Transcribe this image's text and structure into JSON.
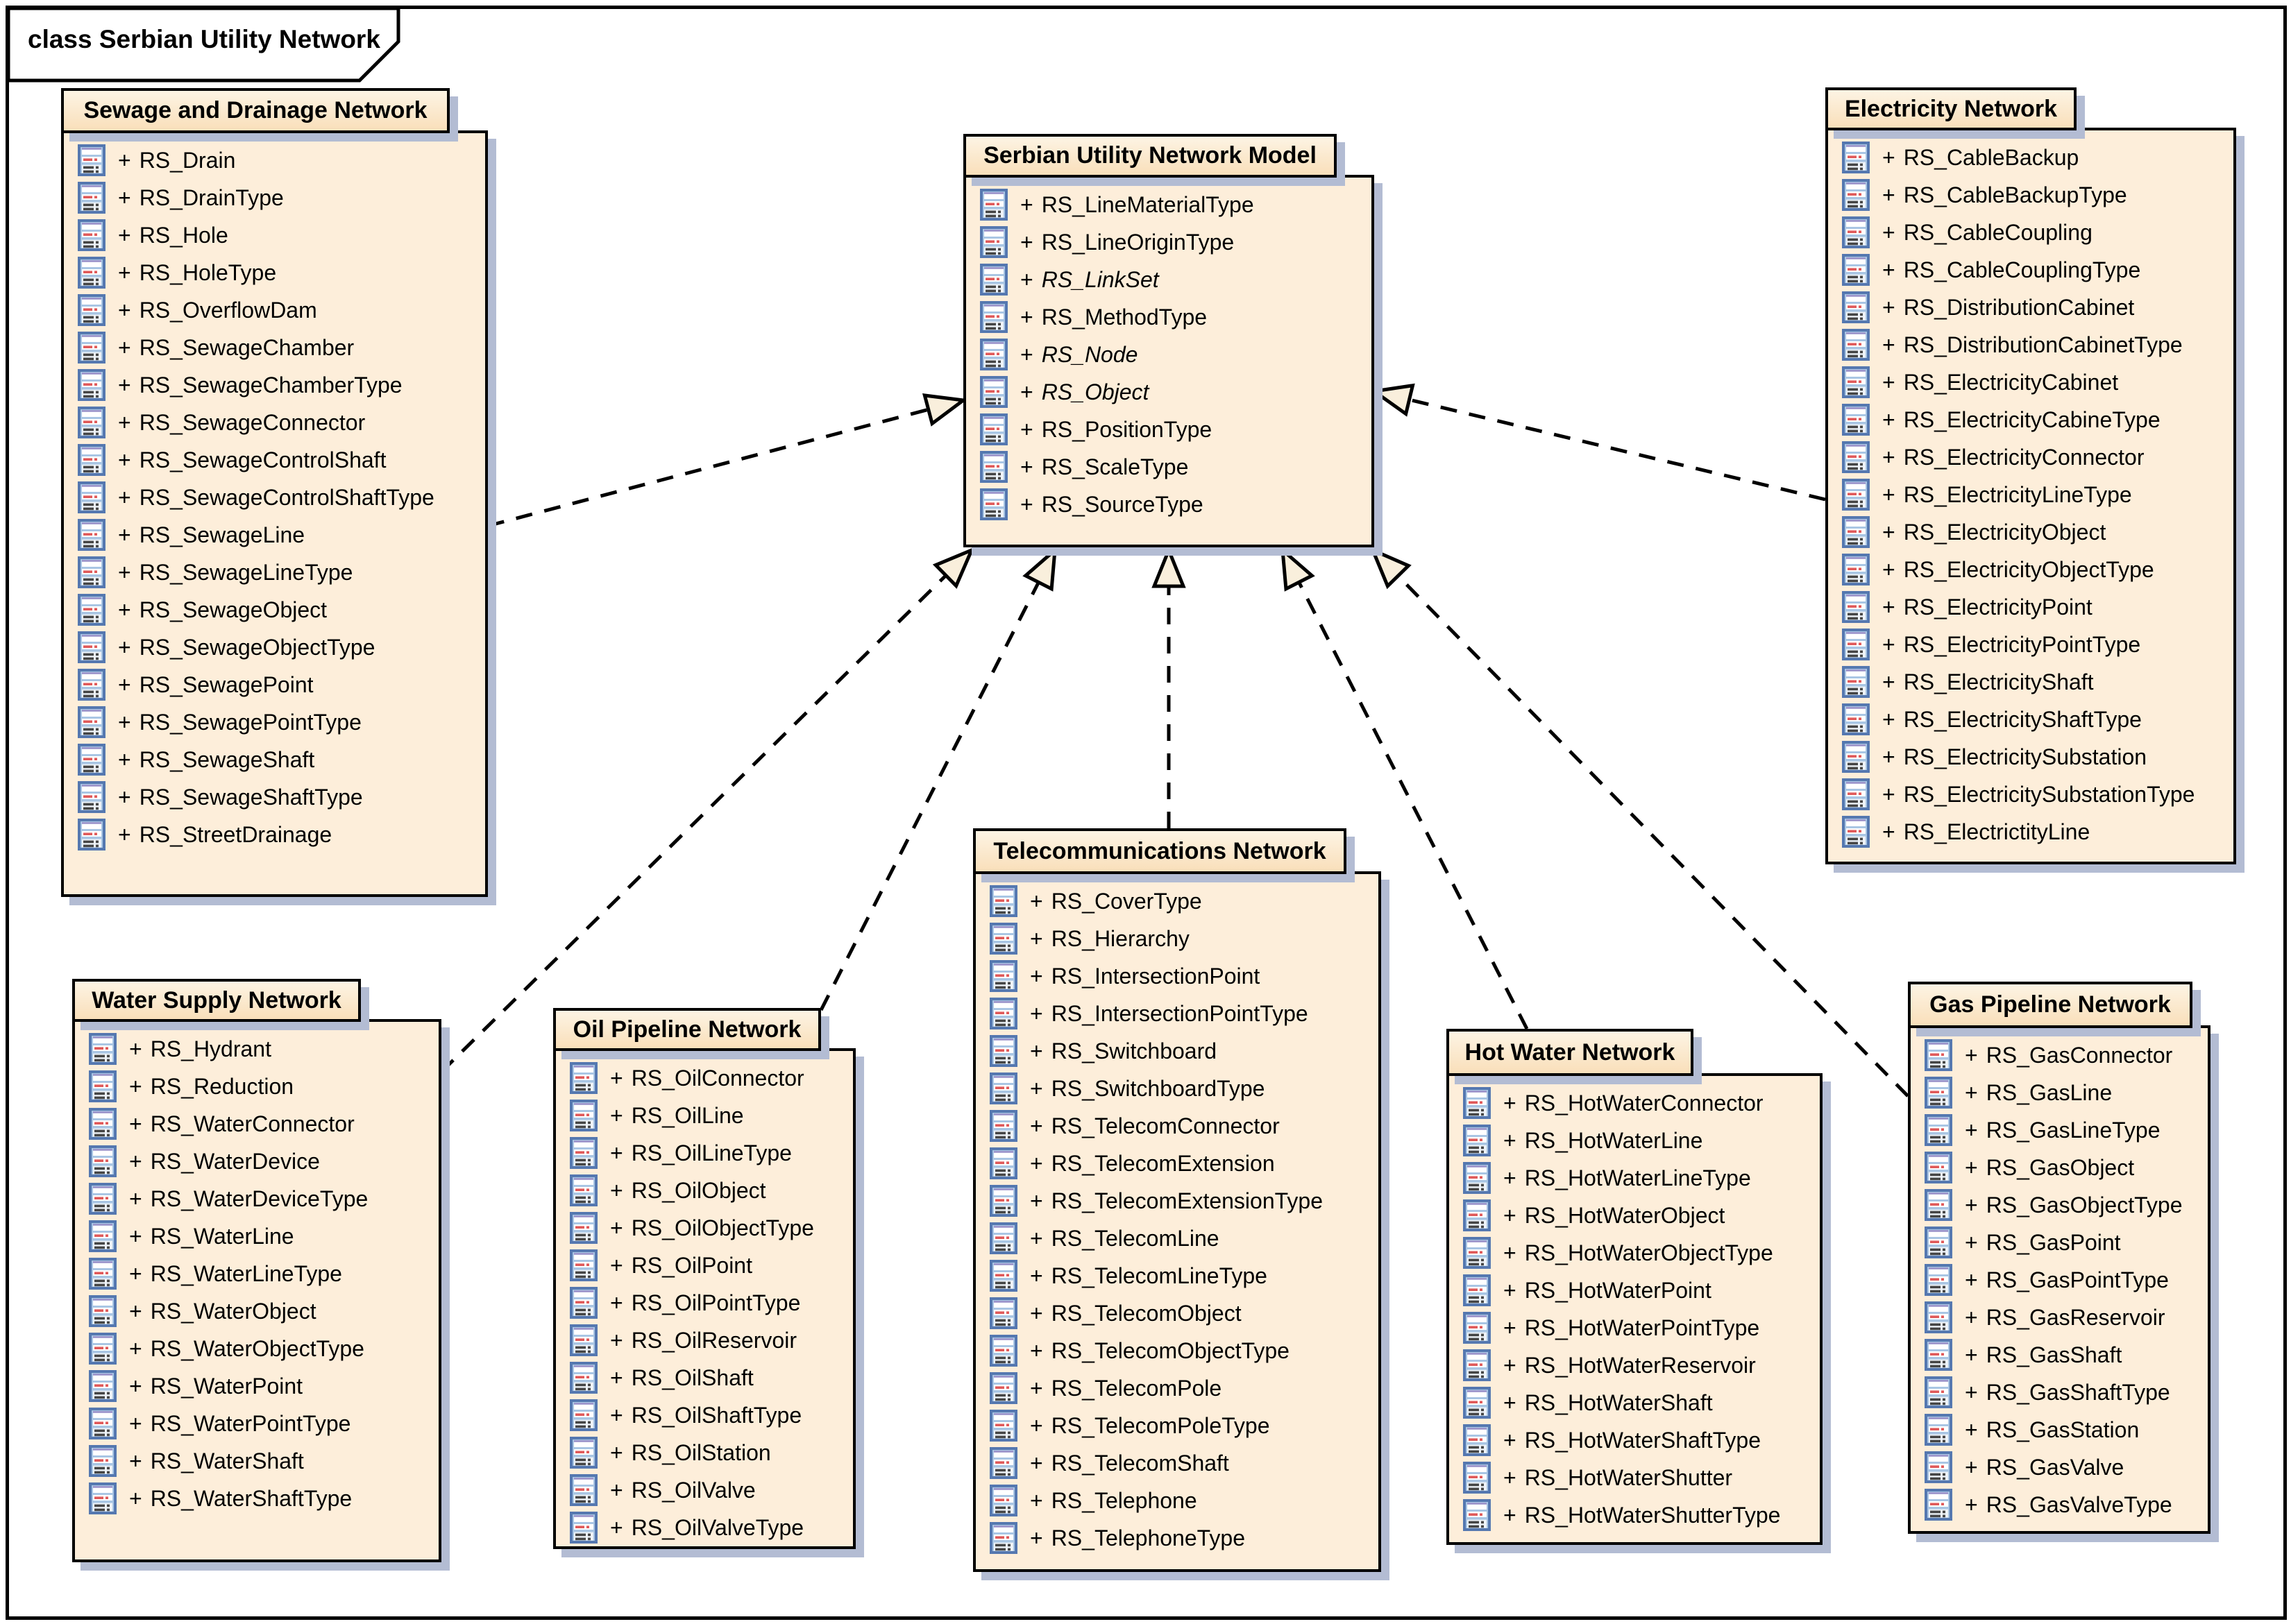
{
  "frame": {
    "label": "class Serbian Utility Network"
  },
  "diagram": {
    "item_prefix": "+",
    "relationship_type": "dashed-generalization-to-model",
    "colors": {
      "box_fill": "#fdeeda",
      "header_gradient_top": "#fdf4e4",
      "header_gradient_bottom": "#f9dfba",
      "border": "#000000",
      "shadow": "#b3bcd3",
      "arrowhead_fill": "#f9efdc",
      "icon_blue": "#5578b0",
      "icon_red": "#e05a5a"
    }
  },
  "boxes": [
    {
      "id": "sewage",
      "title": "Sewage and Drainage Network",
      "items": [
        "RS_Drain",
        "RS_DrainType",
        "RS_Hole",
        "RS_HoleType",
        "RS_OverflowDam",
        "RS_SewageChamber",
        "RS_SewageChamberType",
        "RS_SewageConnector",
        "RS_SewageControlShaft",
        "RS_SewageControlShaftType",
        "RS_SewageLine",
        "RS_SewageLineType",
        "RS_SewageObject",
        "RS_SewageObjectType",
        "RS_SewagePoint",
        "RS_SewagePointType",
        "RS_SewageShaft",
        "RS_SewageShaftType",
        "RS_StreetDrainage"
      ]
    },
    {
      "id": "model",
      "title": "Serbian Utility Network Model",
      "items": [
        "RS_LineMaterialType",
        "RS_LineOriginType",
        "RS_LinkSet",
        "RS_MethodType",
        "RS_Node",
        "RS_Object",
        "RS_PositionType",
        "RS_ScaleType",
        "RS_SourceType"
      ],
      "abstract_items": [
        "RS_LinkSet",
        "RS_Node",
        "RS_Object"
      ]
    },
    {
      "id": "electricity",
      "title": "Electricity Network",
      "items": [
        "RS_CableBackup",
        "RS_CableBackupType",
        "RS_CableCoupling",
        "RS_CableCouplingType",
        "RS_DistributionCabinet",
        "RS_DistributionCabinetType",
        "RS_ElectricityCabinet",
        "RS_ElectricityCabineType",
        "RS_ElectricityConnector",
        "RS_ElectricityLineType",
        "RS_ElectricityObject",
        "RS_ElectricityObjectType",
        "RS_ElectricityPoint",
        "RS_ElectricityPointType",
        "RS_ElectricityShaft",
        "RS_ElectricityShaftType",
        "RS_ElectricitySubstation",
        "RS_ElectricitySubstationType",
        "RS_ElectrictityLine"
      ]
    },
    {
      "id": "water",
      "title": "Water Supply Network",
      "items": [
        "RS_Hydrant",
        "RS_Reduction",
        "RS_WaterConnector",
        "RS_WaterDevice",
        "RS_WaterDeviceType",
        "RS_WaterLine",
        "RS_WaterLineType",
        "RS_WaterObject",
        "RS_WaterObjectType",
        "RS_WaterPoint",
        "RS_WaterPointType",
        "RS_WaterShaft",
        "RS_WaterShaftType"
      ]
    },
    {
      "id": "oil",
      "title": "Oil Pipeline Network",
      "items": [
        "RS_OilConnector",
        "RS_OilLine",
        "RS_OilLineType",
        "RS_OilObject",
        "RS_OilObjectType",
        "RS_OilPoint",
        "RS_OilPointType",
        "RS_OilReservoir",
        "RS_OilShaft",
        "RS_OilShaftType",
        "RS_OilStation",
        "RS_OilValve",
        "RS_OilValveType"
      ]
    },
    {
      "id": "telecom",
      "title": "Telecommunications Network",
      "items": [
        "RS_CoverType",
        "RS_Hierarchy",
        "RS_IntersectionPoint",
        "RS_IntersectionPointType",
        "RS_Switchboard",
        "RS_SwitchboardType",
        "RS_TelecomConnector",
        "RS_TelecomExtension",
        "RS_TelecomExtensionType",
        "RS_TelecomLine",
        "RS_TelecomLineType",
        "RS_TelecomObject",
        "RS_TelecomObjectType",
        "RS_TelecomPole",
        "RS_TelecomPoleType",
        "RS_TelecomShaft",
        "RS_Telephone",
        "RS_TelephoneType"
      ]
    },
    {
      "id": "hotwater",
      "title": "Hot Water Network",
      "items": [
        "RS_HotWaterConnector",
        "RS_HotWaterLine",
        "RS_HotWaterLineType",
        "RS_HotWaterObject",
        "RS_HotWaterObjectType",
        "RS_HotWaterPoint",
        "RS_HotWaterPointType",
        "RS_HotWaterReservoir",
        "RS_HotWaterShaft",
        "RS_HotWaterShaftType",
        "RS_HotWaterShutter",
        "RS_HotWaterShutterType"
      ]
    },
    {
      "id": "gas",
      "title": "Gas Pipeline Network",
      "items": [
        "RS_GasConnector",
        "RS_GasLine",
        "RS_GasLineType",
        "RS_GasObject",
        "RS_GasObjectType",
        "RS_GasPoint",
        "RS_GasPointType",
        "RS_GasReservoir",
        "RS_GasShaft",
        "RS_GasShaftType",
        "RS_GasStation",
        "RS_GasValve",
        "RS_GasValveType"
      ]
    }
  ],
  "connectors": [
    {
      "from": "sewage",
      "to": "model"
    },
    {
      "from": "electricity",
      "to": "model"
    },
    {
      "from": "water",
      "to": "model"
    },
    {
      "from": "oil",
      "to": "model"
    },
    {
      "from": "telecom",
      "to": "model"
    },
    {
      "from": "hotwater",
      "to": "model"
    },
    {
      "from": "gas",
      "to": "model"
    }
  ]
}
